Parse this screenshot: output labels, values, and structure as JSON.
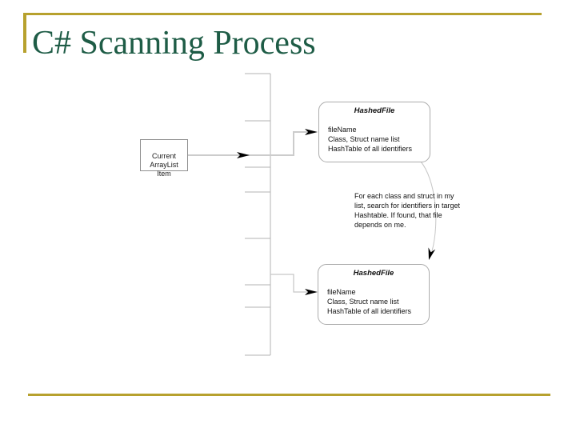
{
  "slide": {
    "title": "C# Scanning Process"
  },
  "colors": {
    "accent_gold": "#B7A12E",
    "title_green": "#1E5C46",
    "line_gray": "#C6C6C6",
    "border_gray": "#9A9A9A"
  },
  "diagram": {
    "current_item_box": {
      "label": "Current\nArrayList\nItem"
    },
    "hashed_file_boxes": [
      {
        "title": "HashedFile",
        "fields": [
          "fileName",
          "Class, Struct name list",
          "HashTable of all identifiers"
        ]
      },
      {
        "title": "HashedFile",
        "fields": [
          "fileName",
          "Class, Struct name list",
          "HashTable of all identifiers"
        ]
      }
    ],
    "annotation": "For each class and struct in my\nlist, search for identifiers in target\nHashtable.  If found, that file\ndepends on me."
  }
}
